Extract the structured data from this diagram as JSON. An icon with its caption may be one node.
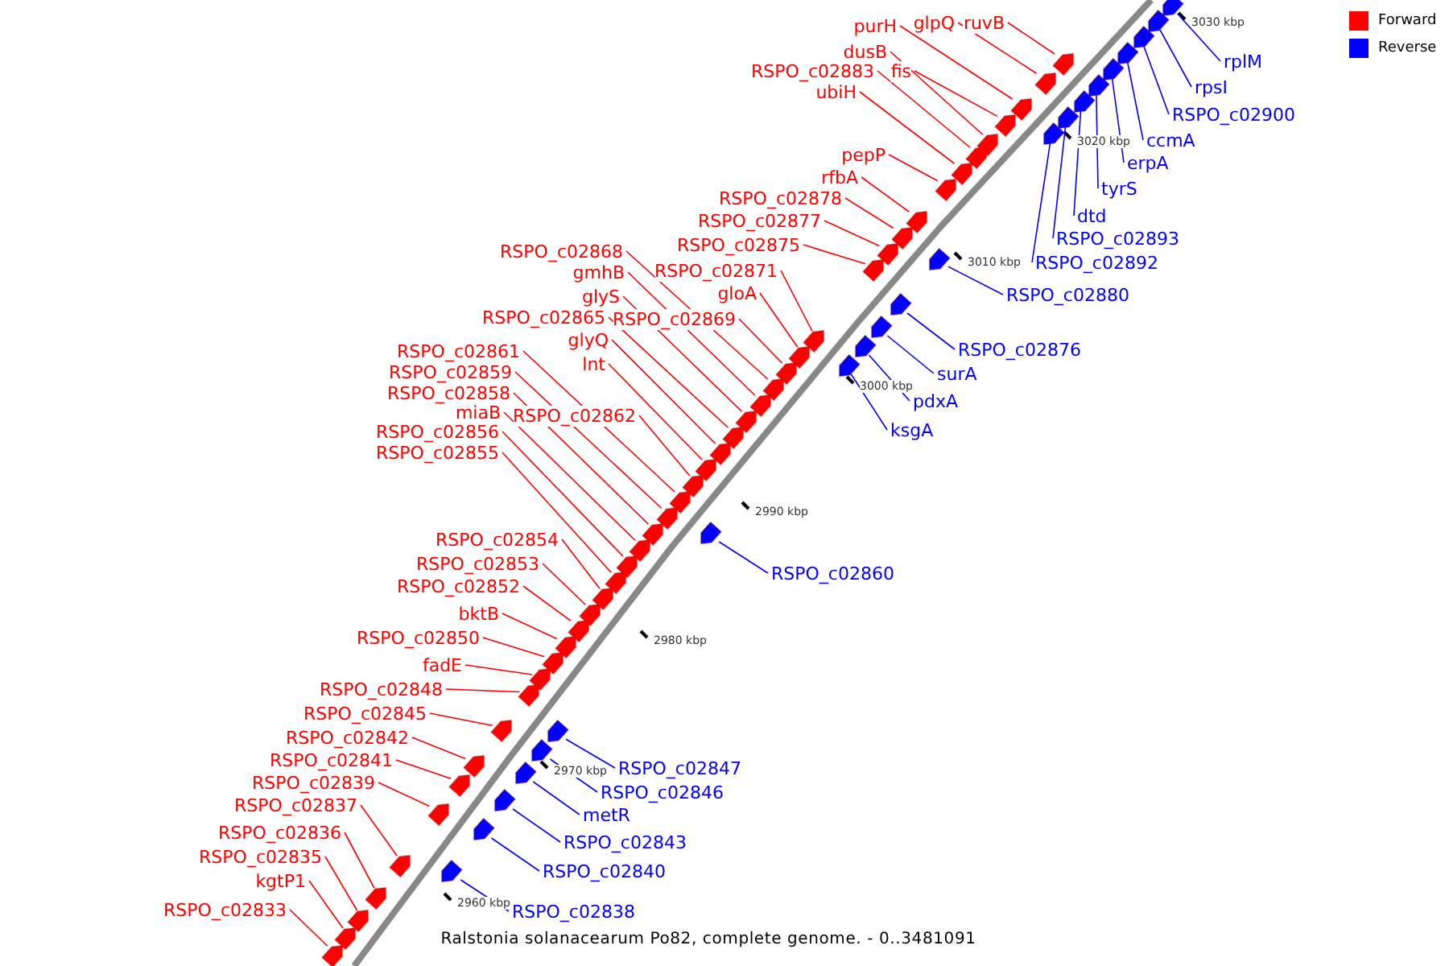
{
  "diagram": {
    "caption": "Ralstonia solanacearum Po82, complete genome. - 0..3481091",
    "nodes": [
      {
        "text": [
          "ruvB"
        ]
      },
      {
        "text": [
          "glpQ"
        ]
      },
      {
        "text": [
          "purH"
        ]
      },
      {
        "text": [
          "dusB"
        ]
      },
      {
        "text": [
          "fis"
        ]
      },
      {
        "text": [
          "RSPO_c02883"
        ]
      },
      {
        "text": [
          "ubiH"
        ]
      },
      {
        "text": [
          "pepP"
        ]
      },
      {
        "text": [
          "rfbA"
        ]
      },
      {
        "text": [
          "RSPO_c02878"
        ]
      },
      {
        "text": [
          "RSPO_c02877"
        ]
      },
      {
        "text": [
          "RSPO_c02875"
        ]
      },
      {
        "text": [
          "RSPO_c02868"
        ]
      },
      {
        "text": [
          "RSPO_c02871"
        ]
      },
      {
        "text": [
          "gmhB"
        ]
      },
      {
        "text": [
          "gloA"
        ]
      },
      {
        "text": [
          "glyS"
        ]
      },
      {
        "text": [
          "RSPO_c02865"
        ]
      },
      {
        "text": [
          "RSPO_c02869"
        ]
      },
      {
        "text": [
          "glyQ"
        ]
      },
      {
        "text": [
          "RSPO_c02861"
        ]
      },
      {
        "text": [
          "lnt"
        ]
      },
      {
        "text": [
          "RSPO_c02859"
        ]
      },
      {
        "text": [
          "RSPO_c02858"
        ]
      },
      {
        "text": [
          "miaB"
        ]
      },
      {
        "text": [
          "RSPO_c02862"
        ]
      },
      {
        "text": [
          "RSPO_c02856"
        ]
      },
      {
        "text": [
          "RSPO_c02855"
        ]
      },
      {
        "text": [
          "RSPO_c02854"
        ]
      },
      {
        "text": [
          "RSPO_c02853"
        ]
      },
      {
        "text": [
          "RSPO_c02852"
        ]
      },
      {
        "text": [
          "bktB"
        ]
      },
      {
        "text": [
          "RSPO_c02850"
        ]
      },
      {
        "text": [
          "fadE"
        ]
      },
      {
        "text": [
          "RSPO_c02848"
        ]
      },
      {
        "text": [
          "RSPO_c02845"
        ]
      },
      {
        "text": [
          "RSPO_c02842"
        ]
      },
      {
        "text": [
          "RSPO_c02841"
        ]
      },
      {
        "text": [
          "RSPO_c02839"
        ]
      },
      {
        "text": [
          "RSPO_c02837"
        ]
      },
      {
        "text": [
          "RSPO_c02836"
        ]
      },
      {
        "text": [
          "RSPO_c02835"
        ]
      },
      {
        "text": [
          "kgtP1"
        ]
      },
      {
        "text": [
          "RSPO_c02833"
        ]
      },
      {
        "text": [
          "rplM"
        ]
      },
      {
        "text": [
          "rpsI"
        ]
      },
      {
        "text": [
          "RSPO_c02900"
        ]
      },
      {
        "text": [
          "ccmA"
        ]
      },
      {
        "text": [
          "erpA"
        ]
      },
      {
        "text": [
          "tyrS"
        ]
      },
      {
        "text": [
          "dtd"
        ]
      },
      {
        "text": [
          "RSPO_c02893"
        ]
      },
      {
        "text": [
          "RSPO_c02892"
        ]
      },
      {
        "text": [
          "RSPO_c02880"
        ]
      },
      {
        "text": [
          "RSPO_c02876"
        ]
      },
      {
        "text": [
          "surA"
        ]
      },
      {
        "text": [
          "pdxA"
        ]
      },
      {
        "text": [
          "ksgA"
        ]
      },
      {
        "text": [
          "RSPO_c02860"
        ]
      },
      {
        "text": [
          "RSPO_c02847"
        ]
      },
      {
        "text": [
          "RSPO_c02846"
        ]
      },
      {
        "text": [
          "metR"
        ]
      },
      {
        "text": [
          "RSPO_c02843"
        ]
      },
      {
        "text": [
          "RSPO_c02840"
        ]
      },
      {
        "text": [
          "RSPO_c02838"
        ]
      },
      {
        "text": [],
        "shape": "box"
      },
      {
        "text": [],
        "shape": "box"
      },
      {
        "text": [],
        "shape": "box"
      },
      {
        "text": [],
        "shape": "box"
      },
      {
        "text": [],
        "shape": "box"
      },
      {
        "text": [],
        "shape": "box"
      },
      {
        "text": [],
        "shape": "box"
      },
      {
        "text": [],
        "shape": "box"
      },
      {
        "text": [],
        "shape": "box"
      },
      {
        "text": [],
        "shape": "box"
      },
      {
        "text": [],
        "shape": "box"
      },
      {
        "text": [],
        "shape": "box"
      },
      {
        "text": [],
        "shape": "box"
      },
      {
        "text": [],
        "shape": "box"
      },
      {
        "text": [],
        "shape": "box"
      },
      {
        "text": [],
        "shape": "box"
      },
      {
        "text": [],
        "shape": "box"
      },
      {
        "text": [],
        "shape": "box"
      },
      {
        "text": [],
        "shape": "box"
      },
      {
        "text": [],
        "shape": "box"
      },
      {
        "text": [],
        "shape": "box"
      },
      {
        "text": [],
        "shape": "box"
      },
      {
        "text": [],
        "shape": "box"
      },
      {
        "text": [],
        "shape": "box"
      },
      {
        "text": [],
        "shape": "box"
      },
      {
        "text": [],
        "shape": "box"
      },
      {
        "text": [],
        "shape": "box"
      },
      {
        "text": [],
        "shape": "box"
      },
      {
        "text": [],
        "shape": "box"
      },
      {
        "text": [],
        "shape": "box"
      },
      {
        "text": [],
        "shape": "box"
      },
      {
        "text": [],
        "shape": "box"
      },
      {
        "text": [],
        "shape": "box"
      },
      {
        "text": [],
        "shape": "box"
      },
      {
        "text": [],
        "shape": "box"
      },
      {
        "text": [],
        "shape": "box"
      },
      {
        "text": [],
        "shape": "box"
      },
      {
        "text": [],
        "shape": "box"
      },
      {
        "text": [],
        "shape": "box"
      },
      {
        "text": [],
        "shape": "box"
      },
      {
        "text": [],
        "shape": "box"
      },
      {
        "text": [],
        "shape": "box"
      },
      {
        "text": [],
        "shape": "box"
      },
      {
        "text": [],
        "shape": "box"
      },
      {
        "text": [],
        "shape": "box"
      },
      {
        "text": [],
        "shape": "box"
      },
      {
        "text": [],
        "shape": "box"
      },
      {
        "text": [],
        "shape": "box"
      },
      {
        "text": [],
        "shape": "box"
      },
      {
        "text": [],
        "shape": "box"
      },
      {
        "text": [],
        "shape": "box"
      },
      {
        "text": [],
        "shape": "box"
      },
      {
        "text": [],
        "shape": "box"
      },
      {
        "text": [],
        "shape": "box"
      },
      {
        "text": [],
        "shape": "box"
      },
      {
        "text": [],
        "shape": "box"
      },
      {
        "text": [],
        "shape": "box"
      },
      {
        "text": [],
        "shape": "box"
      },
      {
        "text": [],
        "shape": "box"
      },
      {
        "text": [],
        "shape": "box"
      },
      {
        "text": [],
        "shape": "box"
      },
      {
        "text": [],
        "shape": "box"
      },
      {
        "text": [],
        "shape": "box"
      },
      {
        "text": [],
        "shape": "box"
      },
      {
        "text": [],
        "shape": "box"
      }
    ],
    "edges": [
      {
        "from": 0,
        "to": 69,
        "arrow": "none"
      },
      {
        "from": 1,
        "to": 71,
        "arrow": "none"
      },
      {
        "from": 2,
        "to": 74,
        "arrow": "none"
      },
      {
        "from": 3,
        "to": 78,
        "arrow": "none"
      },
      {
        "from": 4,
        "to": 76,
        "arrow": "none"
      },
      {
        "from": 5,
        "to": 79,
        "arrow": "none"
      },
      {
        "from": 6,
        "to": 80,
        "arrow": "none"
      },
      {
        "from": 7,
        "to": 81,
        "arrow": "none"
      },
      {
        "from": 8,
        "to": 82,
        "arrow": "none"
      },
      {
        "from": 9,
        "to": 83,
        "arrow": "none"
      },
      {
        "from": 10,
        "to": 84,
        "arrow": "none"
      },
      {
        "from": 11,
        "to": 86,
        "arrow": "none"
      },
      {
        "from": 12,
        "to": 94,
        "arrow": "none"
      },
      {
        "from": 13,
        "to": 89,
        "arrow": "none"
      },
      {
        "from": 14,
        "to": 95,
        "arrow": "none"
      },
      {
        "from": 15,
        "to": 91,
        "arrow": "none"
      },
      {
        "from": 16,
        "to": 96,
        "arrow": "none"
      },
      {
        "from": 17,
        "to": 97,
        "arrow": "none"
      },
      {
        "from": 18,
        "to": 93,
        "arrow": "none"
      },
      {
        "from": 19,
        "to": 98,
        "arrow": "none"
      },
      {
        "from": 20,
        "to": 101,
        "arrow": "none"
      },
      {
        "from": 21,
        "to": 99,
        "arrow": "none"
      },
      {
        "from": 22,
        "to": 102,
        "arrow": "none"
      },
      {
        "from": 23,
        "to": 103,
        "arrow": "none"
      },
      {
        "from": 24,
        "to": 105,
        "arrow": "none"
      },
      {
        "from": 25,
        "to": 100,
        "arrow": "none"
      },
      {
        "from": 26,
        "to": 106,
        "arrow": "none"
      },
      {
        "from": 27,
        "to": 107,
        "arrow": "none"
      },
      {
        "from": 28,
        "to": 108,
        "arrow": "none"
      },
      {
        "from": 29,
        "to": 109,
        "arrow": "none"
      },
      {
        "from": 30,
        "to": 110,
        "arrow": "none"
      },
      {
        "from": 31,
        "to": 111,
        "arrow": "none"
      },
      {
        "from": 32,
        "to": 112,
        "arrow": "none"
      },
      {
        "from": 33,
        "to": 113,
        "arrow": "none"
      },
      {
        "from": 34,
        "to": 114,
        "arrow": "none"
      },
      {
        "from": 35,
        "to": 115,
        "arrow": "none"
      },
      {
        "from": 36,
        "to": 118,
        "arrow": "none"
      },
      {
        "from": 37,
        "to": 120,
        "arrow": "none"
      },
      {
        "from": 38,
        "to": 122,
        "arrow": "none"
      },
      {
        "from": 39,
        "to": 124,
        "arrow": "none"
      },
      {
        "from": 40,
        "to": 126,
        "arrow": "none"
      },
      {
        "from": 41,
        "to": 127,
        "arrow": "none"
      },
      {
        "from": 42,
        "to": 128,
        "arrow": "none"
      },
      {
        "from": 43,
        "to": 129,
        "arrow": "none"
      },
      {
        "from": 44,
        "to": 65,
        "arrow": "none",
        "color": "#0000ff"
      },
      {
        "from": 45,
        "to": 66,
        "arrow": "none",
        "color": "#0000ff"
      },
      {
        "from": 46,
        "to": 67,
        "arrow": "none",
        "color": "#0000ff"
      },
      {
        "from": 47,
        "to": 68,
        "arrow": "none",
        "color": "#0000ff"
      },
      {
        "from": 48,
        "to": 70,
        "arrow": "none",
        "color": "#0000ff"
      },
      {
        "from": 49,
        "to": 72,
        "arrow": "none",
        "color": "#0000ff"
      },
      {
        "from": 50,
        "to": 73,
        "arrow": "none",
        "color": "#0000ff"
      },
      {
        "from": 51,
        "to": 75,
        "arrow": "none",
        "color": "#0000ff"
      },
      {
        "from": 52,
        "to": 77,
        "arrow": "none",
        "color": "#0000ff"
      },
      {
        "from": 53,
        "to": 85,
        "arrow": "none",
        "color": "#0000ff"
      },
      {
        "from": 54,
        "to": 87,
        "arrow": "none",
        "color": "#0000ff"
      },
      {
        "from": 55,
        "to": 88,
        "arrow": "none",
        "color": "#0000ff"
      },
      {
        "from": 56,
        "to": 90,
        "arrow": "none",
        "color": "#0000ff"
      },
      {
        "from": 57,
        "to": 92,
        "arrow": "none",
        "color": "#0000ff"
      },
      {
        "from": 58,
        "to": 104,
        "arrow": "none",
        "color": "#0000ff"
      },
      {
        "from": 59,
        "to": 116,
        "arrow": "none",
        "color": "#0000ff"
      },
      {
        "from": 60,
        "to": 117,
        "arrow": "none",
        "color": "#0000ff"
      },
      {
        "from": 61,
        "to": 119,
        "arrow": "none",
        "color": "#0000ff"
      },
      {
        "from": 62,
        "to": 121,
        "arrow": "none",
        "color": "#0000ff"
      },
      {
        "from": 63,
        "to": 123,
        "arrow": "none",
        "color": "#0000ff"
      },
      {
        "from": 64,
        "to": 125,
        "arrow": "none",
        "color": "#0000ff"
      }
    ],
    "labels": [
      "3030 kbp",
      "3020 kbp",
      "3010 kbp",
      "3000 kbp",
      "2990 kbp",
      "2980 kbp",
      "2970 kbp",
      "2960 kbp"
    ],
    "legend": [
      {
        "text": "Forward",
        "color": "#ff0000"
      },
      {
        "text": "Reverse",
        "color": "#0000ff"
      }
    ]
  }
}
